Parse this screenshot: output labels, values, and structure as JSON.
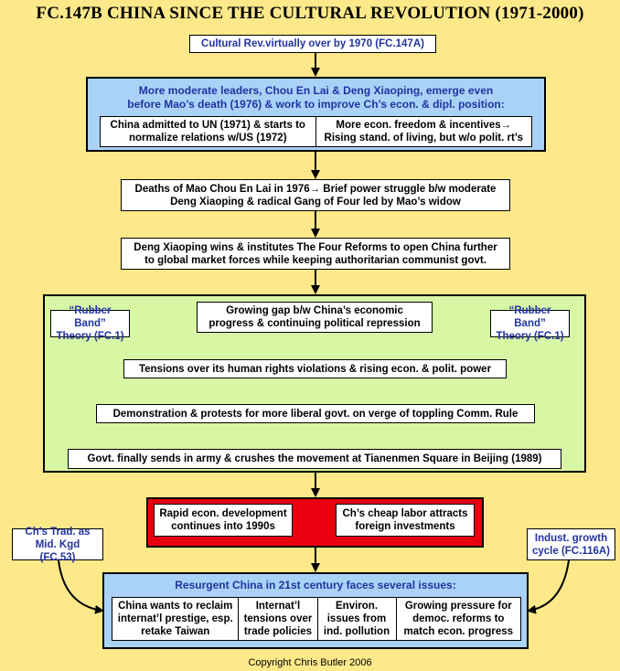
{
  "title": "FC.147B CHINA SINCE THE CULTURAL REVOLUTION (1971-2000)",
  "top_link": "Cultural Rev.virtually over  by 1970 (FC.147A)",
  "moderate": {
    "header_line1": "More moderate leaders, Chou En Lai & Deng Xiaoping, emerge even",
    "header_line2": "before Mao’s death (1976) & work to improve Ch’s econ. & dipl. position:",
    "left_line1": "China admitted to UN (1971) & starts to",
    "left_line2": "normalize relations w/US (1972)",
    "right_line1": "More econ. freedom & incentives→",
    "right_line2": "Rising stand. of living, but w/o polit. rt’s"
  },
  "deaths": {
    "line1": "Deaths of Mao Chou En Lai in 1976→ Brief power struggle b/w moderate",
    "line2": "Deng Xiaoping & radical Gang of Four led by Mao’s widow"
  },
  "deng": {
    "line1": "Deng Xiaoping wins & institutes The Four Reforms to open China further",
    "line2": "to global market forces while keeping authoritarian communist govt."
  },
  "green": {
    "gap_line1": "Growing gap b/w China’s economic",
    "gap_line2": "progress & continuing political repression",
    "rubber_left_line1": "“Rubber Band”",
    "rubber_left_line2": "Theory (FC.1)",
    "rubber_right_line1": "“Rubber Band”",
    "rubber_right_line2": "Theory (FC.1)",
    "tensions": "Tensions over its human rights violations & rising econ. & polit. power",
    "demonstration": "Demonstration & protests for more liberal govt. on verge of toppling Comm. Rule",
    "army": "Govt. finally sends in army & crushes the movement at Tianenmen Square in Beijing (1989)"
  },
  "red": {
    "left_line1": "Rapid econ. development",
    "left_line2": "continues into 1990s",
    "right_line1": "Ch’s cheap labor attracts",
    "right_line2": "foreign investments"
  },
  "side_links": {
    "left_line1": "Ch’s Trad. as",
    "left_line2": "Mid. Kgd (FC.53)",
    "right_line1": "Indust. growth",
    "right_line2": "cycle (FC.116A)"
  },
  "issues": {
    "header": "Resurgent China in 21st century faces several issues:",
    "c1_line1": "China wants to reclaim",
    "c1_line2": "internat’l prestige, esp.",
    "c1_line3": "retake Taiwan",
    "c2_line1": "Internat’l",
    "c2_line2": "tensions over",
    "c2_line3": "trade policies",
    "c3_line1": "Environ.",
    "c3_line2": "issues from",
    "c3_line3": "ind. pollution",
    "c4_line1": "Growing pressure for",
    "c4_line2": "democ. reforms to",
    "c4_line3": "match econ. progress"
  },
  "copyright": "Copyright Chris Butler 2006",
  "colors": {
    "background": "#fde98a",
    "blue_panel": "#a9d2f6",
    "green_panel": "#d7f7a5",
    "red_panel": "#e8000e",
    "link_text": "#2233a0"
  }
}
